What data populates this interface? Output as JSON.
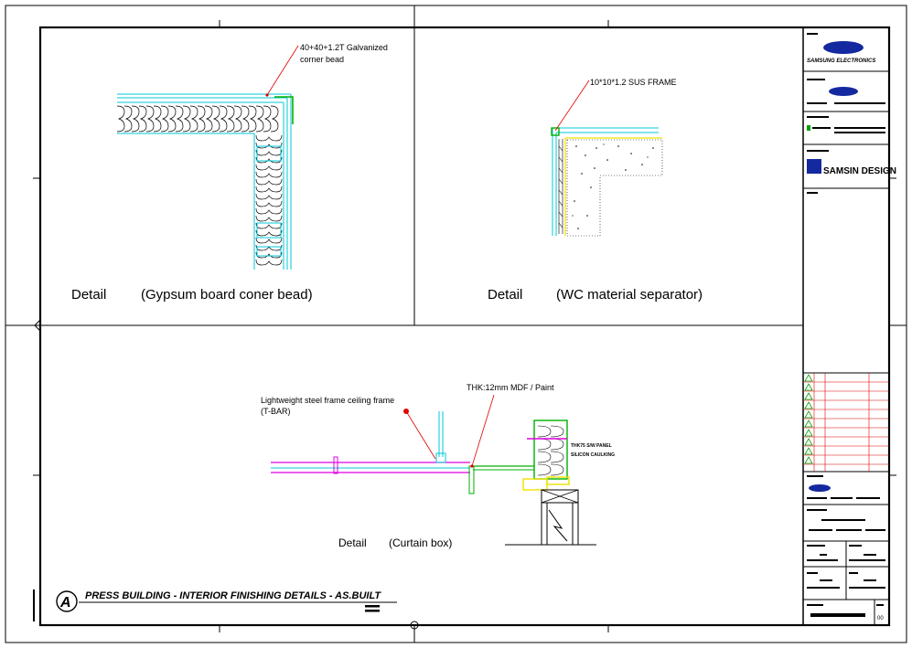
{
  "details": {
    "gypsum": {
      "callout": [
        "40+40+1.2T Galvanized",
        "corner bead"
      ],
      "caption_word": "Detail",
      "caption_name": "(Gypsum board coner bead)"
    },
    "wc": {
      "callout": "10*10*1.2 SUS FRAME",
      "caption_word": "Detail",
      "caption_name": "(WC material separator)"
    },
    "curtain": {
      "callout_left": [
        "Lightweight steel frame ceiling frame",
        "(T-BAR)"
      ],
      "callout_right": "THK:12mm MDF / Paint",
      "note_panel": "THK75 S/W PANEL",
      "note_sealant": "SILICON CAULKING",
      "caption_word": "Detail",
      "caption_name": "(Curtain box)"
    }
  },
  "title": {
    "letter": "A",
    "text": "PRESS BUILDING - INTERIOR FINISHING DETAILS   - AS.BUILT"
  },
  "title_block": {
    "client": "SAMSUNG ELECTRONICS",
    "designer": "SAMSIN DESIGN",
    "sheet_no": "00"
  },
  "colors": {
    "frame": "#000000",
    "cyan": "#00c8d8",
    "green": "#00b000",
    "magenta": "#e000e0",
    "yellow": "#f0e000",
    "red": "#e00000",
    "samsung_blue": "#1428a0"
  }
}
